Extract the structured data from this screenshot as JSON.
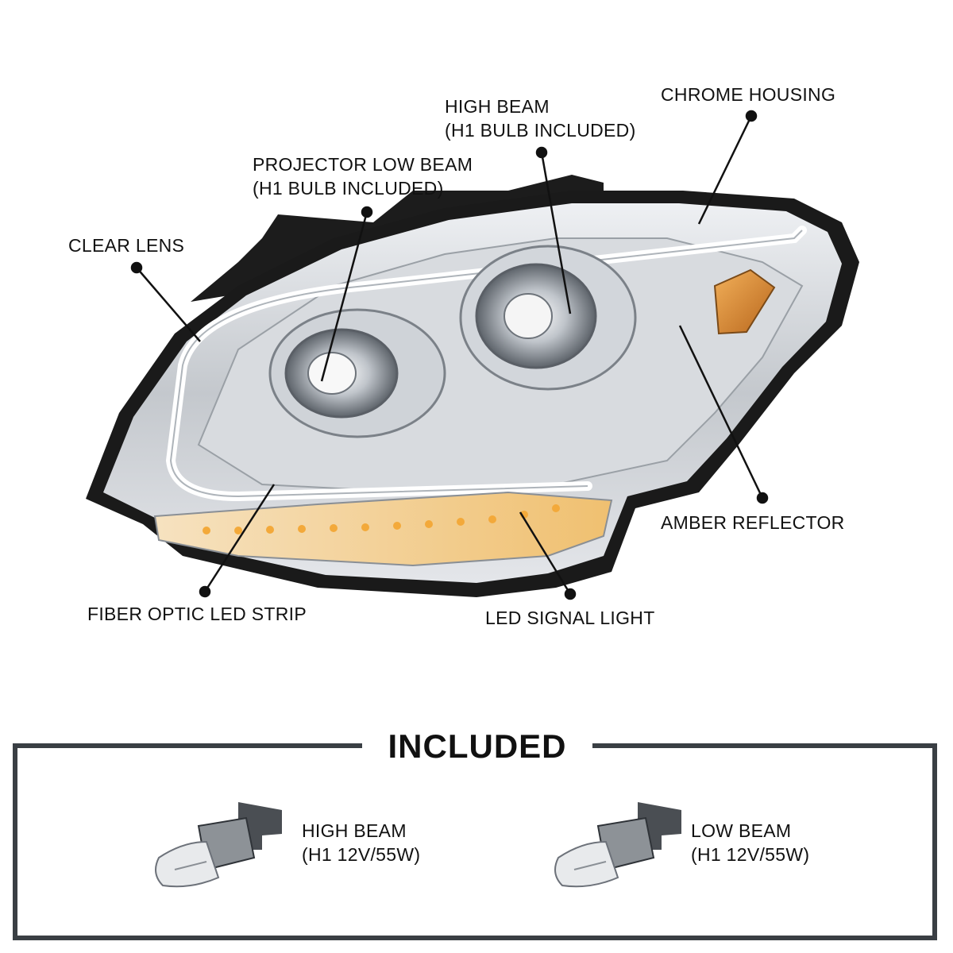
{
  "callouts": {
    "chrome_housing": "CHROME HOUSING",
    "high_beam_line1": "HIGH BEAM",
    "high_beam_line2": "(H1 BULB INCLUDED)",
    "projector_line1": "PROJECTOR LOW BEAM",
    "projector_line2": "(H1 BULB INCLUDED)",
    "clear_lens": "CLEAR LENS",
    "amber_reflector": "AMBER REFLECTOR",
    "fiber_optic": "FIBER OPTIC LED STRIP",
    "led_signal": "LED SIGNAL LIGHT"
  },
  "included": {
    "title": "INCLUDED",
    "items": [
      {
        "line1": "HIGH BEAM",
        "line2": "(H1 12V/55W)"
      },
      {
        "line1": "LOW BEAM",
        "line2": "(H1 12V/55W)"
      }
    ]
  },
  "colors": {
    "frame": "#3a3f44",
    "amber": "#d98b2b",
    "housing": "#c9cdd2",
    "outline": "#1a1a1a"
  }
}
